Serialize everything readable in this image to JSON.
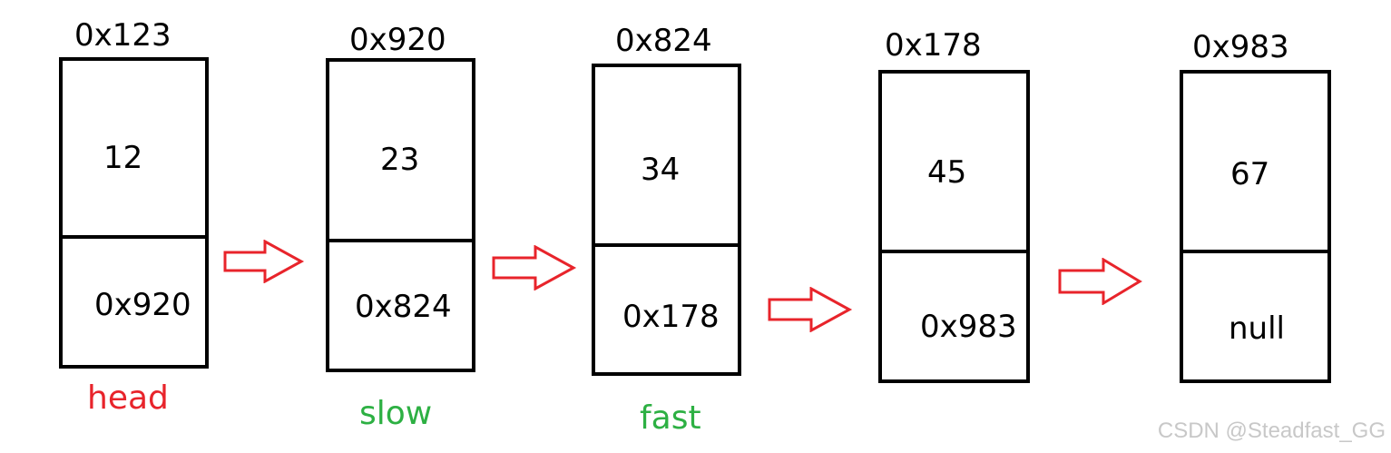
{
  "nodes": [
    {
      "address": "0x123",
      "value": "12",
      "next": "0x920"
    },
    {
      "address": "0x920",
      "value": "23",
      "next": "0x824"
    },
    {
      "address": "0x824",
      "value": "34",
      "next": "0x178"
    },
    {
      "address": "0x178",
      "value": "45",
      "next": "0x983"
    },
    {
      "address": "0x983",
      "value": "67",
      "next": "null"
    }
  ],
  "pointers": {
    "head": "head",
    "slow": "slow",
    "fast": "fast"
  },
  "colors": {
    "head": "#e8242b",
    "slow": "#2db043",
    "fast": "#2db043",
    "arrow": "#e8242b"
  },
  "watermark": "CSDN @Steadfast_GG"
}
